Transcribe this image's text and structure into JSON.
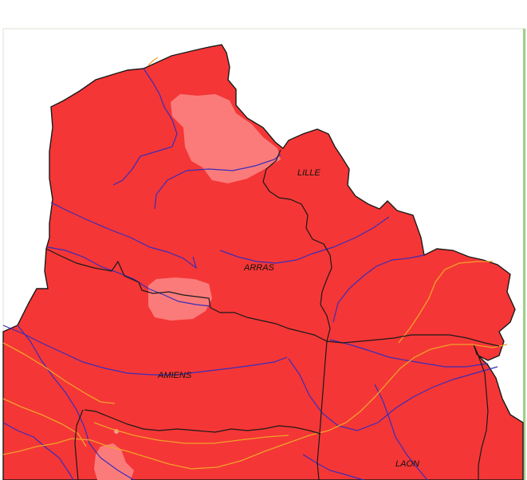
{
  "map": {
    "cities": [
      {
        "name": "LILLE"
      },
      {
        "name": "ARRAS"
      },
      {
        "name": "AMIENS"
      },
      {
        "name": "LAON"
      }
    ],
    "colors": {
      "land": "#f53636",
      "highlight": "#fb7b7b",
      "border": "#1a1a1a",
      "river": "#3a2db8",
      "road": "#f1a12a",
      "frame": "#cfe3c8"
    }
  }
}
